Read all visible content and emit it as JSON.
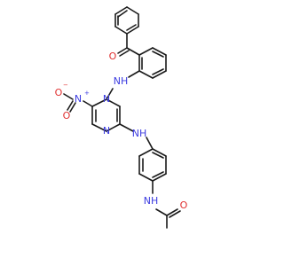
{
  "molecule": {
    "labels": {
      "ketone_o": "O",
      "nh_upper": "NH",
      "nitro_n": "N",
      "nitro_plus": "+",
      "nitro_o_left": "O",
      "nitro_o_minus": "−",
      "nitro_o_lower": "O",
      "ring_n_upper": "N",
      "ring_n_lower": "N",
      "nh_middle": "NH",
      "nh_lower": "NH",
      "amide_o": "O"
    },
    "colors": {
      "carbon": "#1a1a1a",
      "nitrogen": "#3b3be0",
      "oxygen": "#e03030"
    }
  }
}
